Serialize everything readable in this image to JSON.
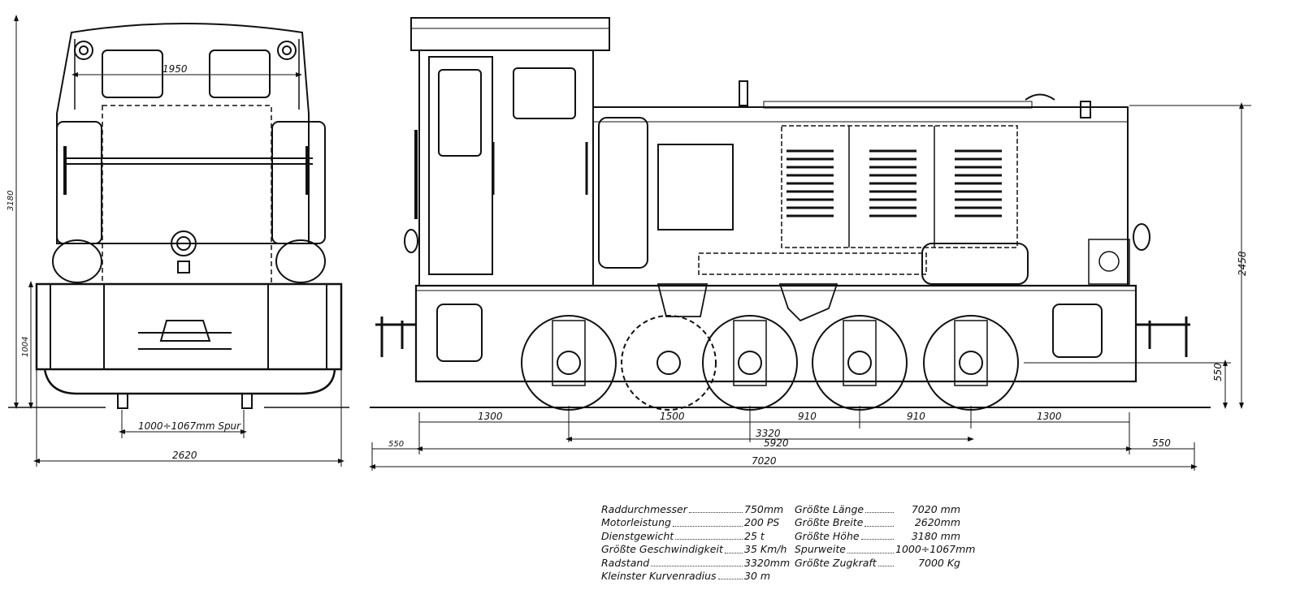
{
  "front_view": {
    "dim_width_top": "1950",
    "dim_height_total": "3180",
    "dim_height_buffer": "1004",
    "dim_gauge": "1000÷1067mm Spur",
    "dim_width_total": "2620"
  },
  "side_view": {
    "dim_height": "2458",
    "dim_wheel_center": "550",
    "dims_wheelbase": [
      "1300",
      "1500",
      "910",
      "910",
      "1300"
    ],
    "dim_3320": "3320",
    "dim_5920": "5920",
    "dim_overhang_left": "550",
    "dim_overhang_right": "550",
    "dim_total_length": "7020"
  },
  "specs": {
    "left": [
      {
        "label": "Raddurchmesser",
        "value": "750mm"
      },
      {
        "label": "Motorleistung",
        "value": "200 PS"
      },
      {
        "label": "Dienstgewicht",
        "value": "25 t"
      },
      {
        "label": "Größte Geschwindigkeit",
        "value": "35 Km/h"
      },
      {
        "label": "Radstand",
        "value": "3320mm"
      },
      {
        "label": "Kleinster Kurvenradius",
        "value": "30 m"
      }
    ],
    "right": [
      {
        "label": "Größte Länge",
        "value": "7020 mm"
      },
      {
        "label": "Größte Breite",
        "value": "2620mm"
      },
      {
        "label": "Größte Höhe",
        "value": "3180 mm"
      },
      {
        "label": "Spurweite",
        "value": "1000÷1067mm"
      },
      {
        "label": "Größte Zugkraft",
        "value": "7000 Kg"
      }
    ]
  }
}
